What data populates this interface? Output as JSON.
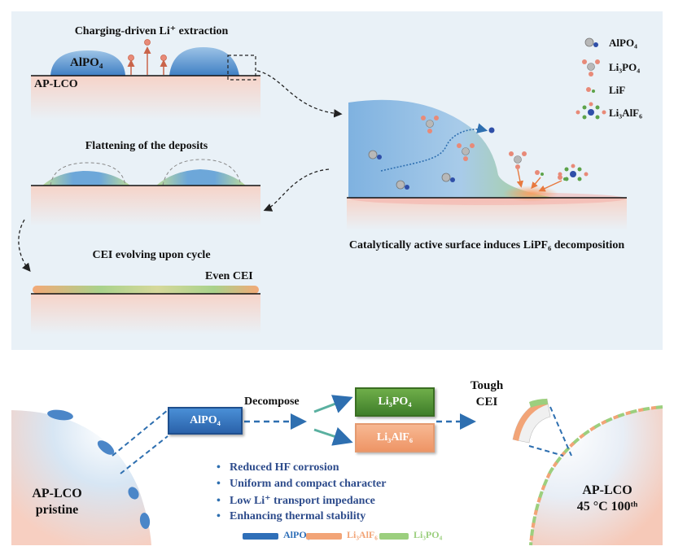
{
  "top_panel": {
    "step1_title": "Charging-driven Li⁺ extraction",
    "substrate_label": "AP-LCO",
    "deposit_label": "AlPO₄",
    "step2_title": "Flattening of the deposits",
    "step3_title": "CEI evolving upon cycle",
    "even_cei_label": "Even CEI",
    "zoom_caption": "Catalytically active surface induces LiPF₆ decomposition",
    "legend": [
      {
        "icon": "alpo4-molecule-icon",
        "label": "AlPO₄"
      },
      {
        "icon": "li3po4-molecule-icon",
        "label": "Li₃PO₄"
      },
      {
        "icon": "lif-molecule-icon",
        "label": "LiF"
      },
      {
        "icon": "li3alf6-molecule-icon",
        "label": "Li₃AlF₆"
      }
    ]
  },
  "bottom_panel": {
    "pristine_label_line1": "AP-LCO",
    "pristine_label_line2": "pristine",
    "alpo4_box": "AlPO₄",
    "decompose_label": "Decompose",
    "li3po4_box": "Li₃PO₄",
    "li3alf6_box": "Li₃AlF₆",
    "tough_cei_line1": "Tough",
    "tough_cei_line2": "CEI",
    "cycled_label_line1": "AP-LCO",
    "cycled_label_line2": "45 °C 100ᵗʰ",
    "benefits": [
      "Reduced HF corrosion",
      "Uniform and compact character",
      "Low Li⁺ transport impedance",
      "Enhancing thermal stability"
    ],
    "bullet_symbol": "•",
    "legend": [
      {
        "label": "AlPO₄",
        "color": "#2f6fb8"
      },
      {
        "label": "Li₃AlF₆",
        "color": "#f2a477"
      },
      {
        "label": "Li₃PO₄",
        "color": "#9ccf7e"
      }
    ]
  },
  "colors": {
    "alpo4_blue": "#2f6fb8",
    "li3po4_green": "#5d9a3c",
    "li3alf6_orange": "#f2a477",
    "lco_pink": "#f9ddd3",
    "arrow_blue": "#2e6fb0"
  }
}
